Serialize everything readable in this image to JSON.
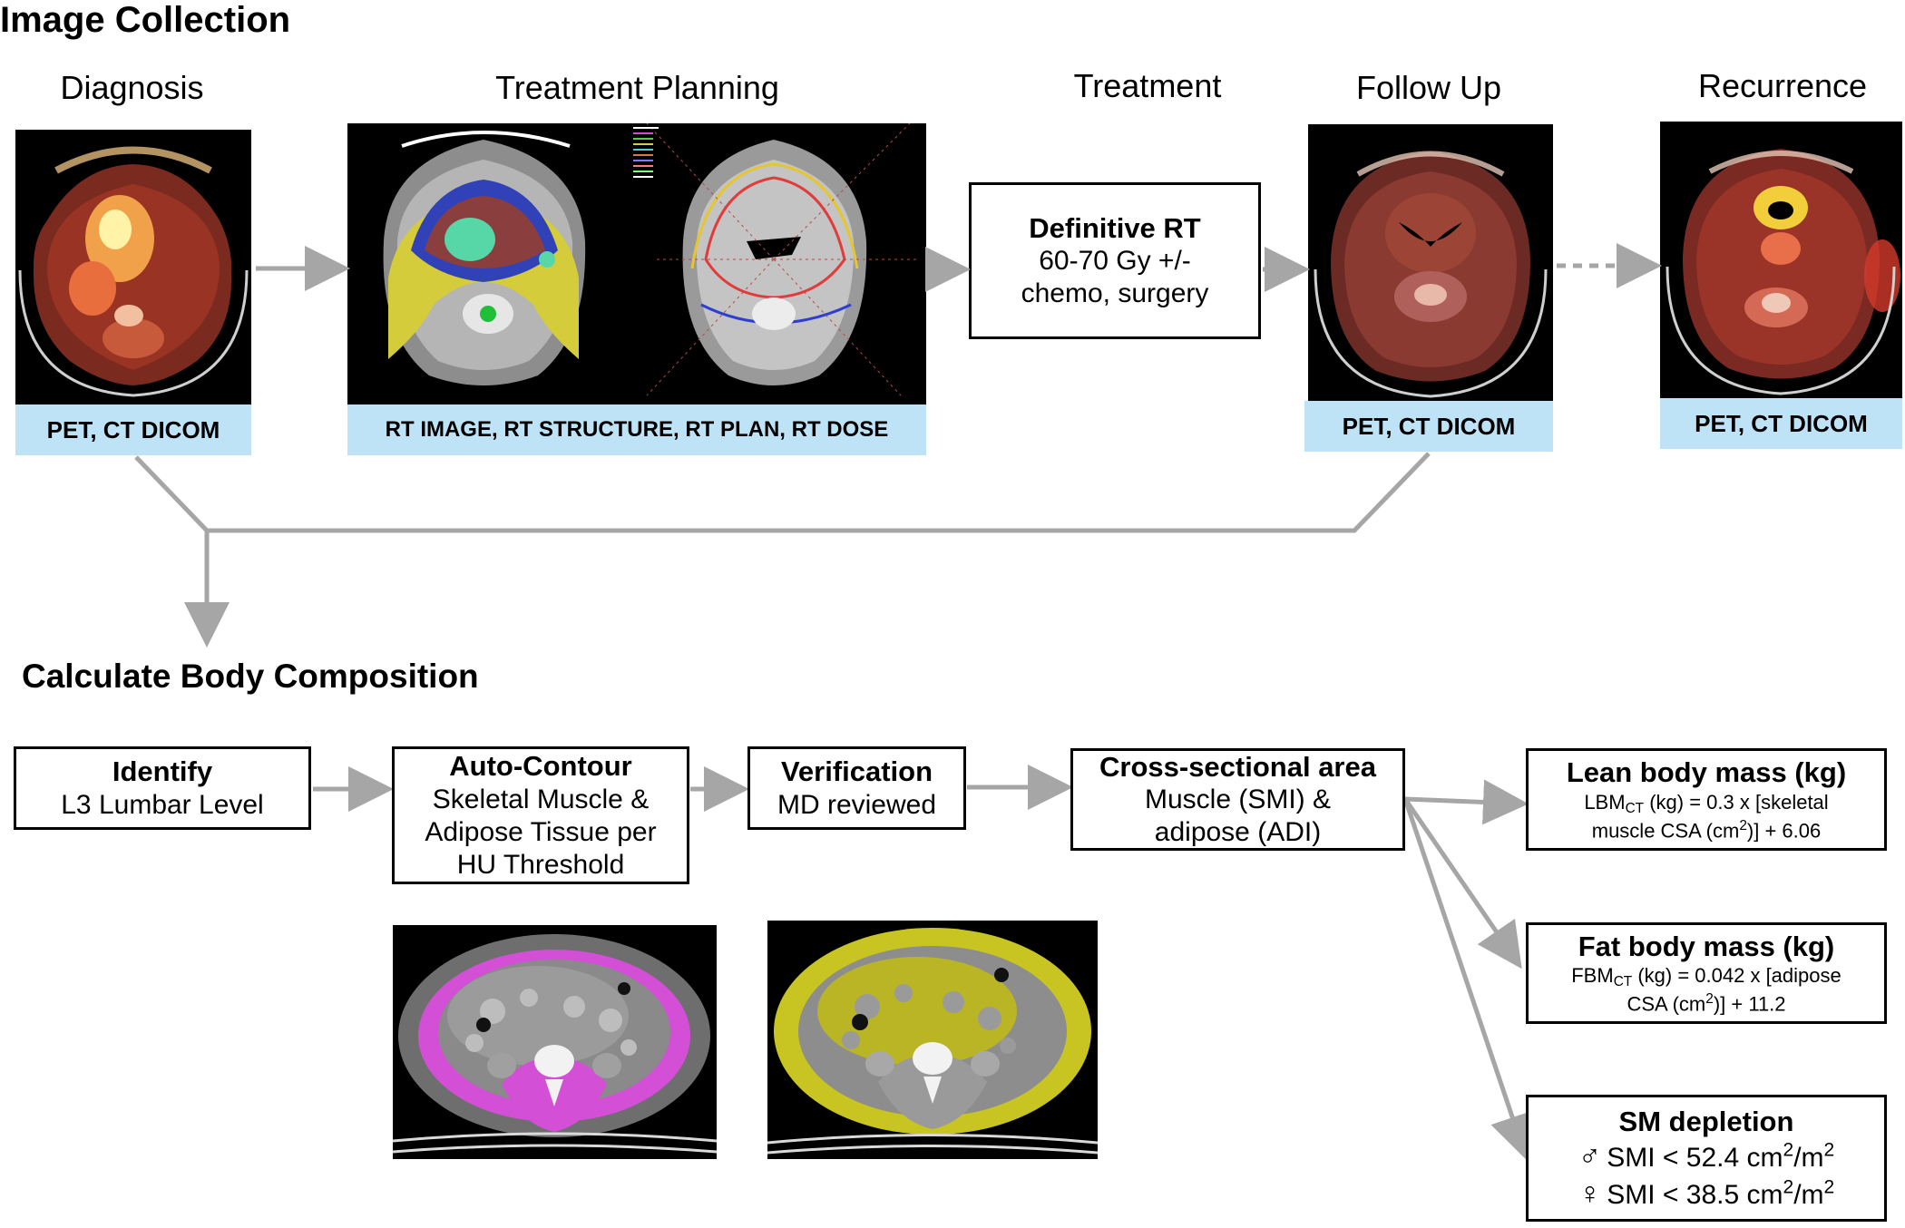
{
  "image_collection": {
    "title": "Image Collection",
    "stages": [
      {
        "label": "Diagnosis",
        "caption": "PET, CT DICOM"
      },
      {
        "label": "Treatment Planning",
        "caption": "RT IMAGE, RT STRUCTURE, RT PLAN, RT DOSE"
      },
      {
        "label": "Treatment"
      },
      {
        "label": "Follow Up",
        "caption": "PET, CT DICOM"
      },
      {
        "label": "Recurrence",
        "caption": "PET, CT DICOM"
      }
    ],
    "treatment_box": {
      "title": "Definitive RT",
      "line1": "60-70 Gy +/-",
      "line2": "chemo, surgery"
    }
  },
  "body_composition": {
    "title": "Calculate Body Composition",
    "identify": {
      "title": "Identify",
      "text": "L3 Lumbar Level"
    },
    "auto_contour": {
      "title": "Auto-Contour",
      "line1": "Skeletal Muscle &",
      "line2": "Adipose Tissue per",
      "line3": "HU Threshold"
    },
    "verification": {
      "title": "Verification",
      "text": "MD reviewed"
    },
    "cross_section": {
      "title": "Cross-sectional area",
      "line1": "Muscle (SMI) &",
      "line2": "adipose (ADI)"
    },
    "lean_mass": {
      "title": "Lean body mass (kg)",
      "lbm": "LBM",
      "lbm_sub": "CT",
      "line1_rest": " (kg) = 0.3 x [skeletal",
      "line2_pre": "muscle CSA (cm",
      "sup": "2",
      "line2_post": ")] + 6.06"
    },
    "fat_mass": {
      "title": "Fat body mass (kg)",
      "fbm": "FBM",
      "fbm_sub": "CT",
      "line1_rest": " (kg) = 0.042 x [adipose",
      "line2_pre": "CSA (cm",
      "sup": "2",
      "line2_post": ")] + 11.2"
    },
    "sm_depletion": {
      "title": "SM depletion",
      "male_symbol": "♂",
      "male_text": "SMI < 52.4 cm",
      "male_sup1": "2",
      "male_mid": "/m",
      "male_sup2": "2",
      "female_symbol": "♀",
      "female_text": "SMI < 38.5 cm",
      "female_sup1": "2",
      "female_mid": "/m",
      "female_sup2": "2"
    }
  },
  "colors": {
    "arrow": "#a6a6a6",
    "caption_bg": "#bfe3f6",
    "muscle_overlay": "#d24fd6",
    "adipose_overlay": "#c8c421"
  }
}
